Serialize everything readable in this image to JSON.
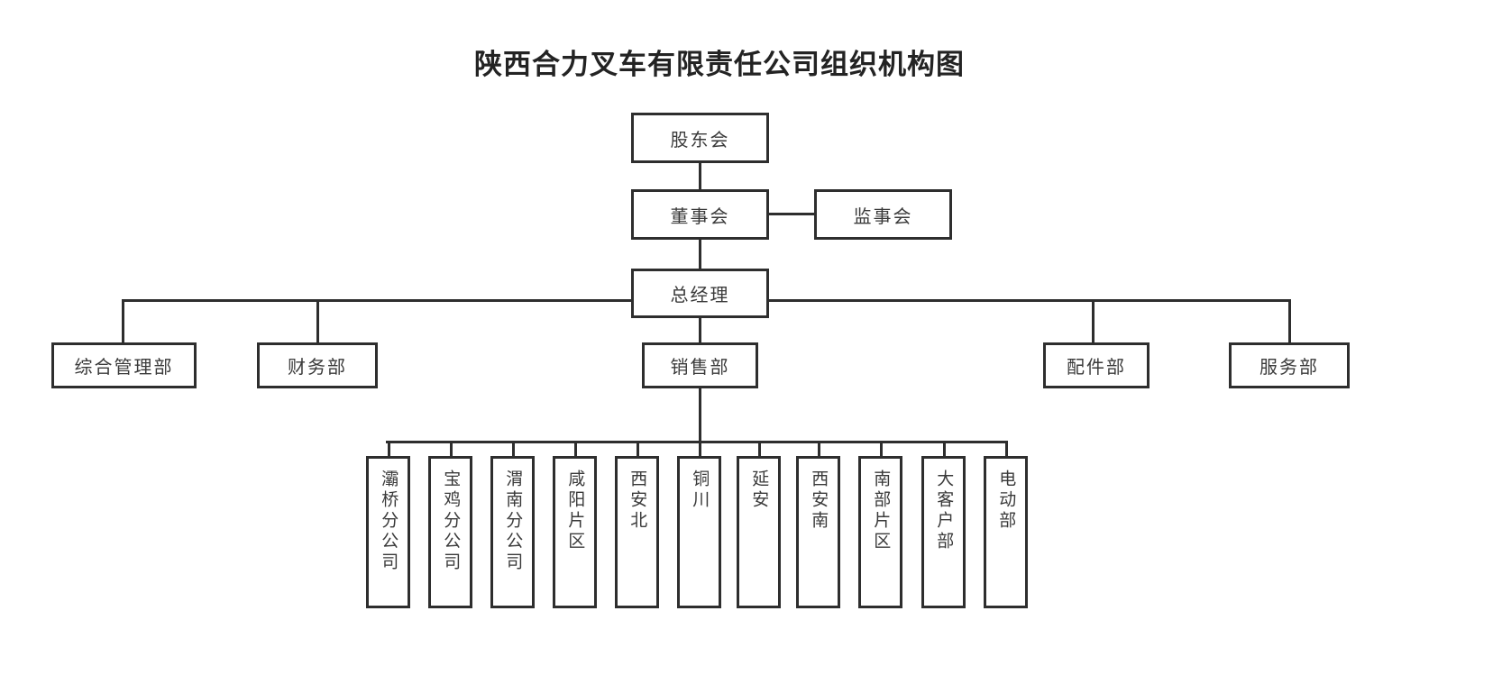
{
  "title": "陕西合力叉车有限责任公司组织机构图",
  "chart_data": {
    "type": "diagram",
    "diagram_kind": "organizational-chart",
    "title": "陕西合力叉车有限责任公司组织机构图",
    "orientation": "top-down",
    "levels": [
      {
        "level": 1,
        "nodes": [
          "股东会"
        ]
      },
      {
        "level": 2,
        "nodes": [
          "董事会",
          "监事会"
        ]
      },
      {
        "level": 3,
        "nodes": [
          "总经理"
        ]
      },
      {
        "level": 4,
        "nodes": [
          "综合管理部",
          "财务部",
          "销售部",
          "配件部",
          "服务部"
        ]
      },
      {
        "level": 5,
        "nodes": [
          "灞桥分公司",
          "宝鸡分公司",
          "渭南分公司",
          "咸阳片区",
          "西安北",
          "铜川",
          "延安",
          "西安南",
          "南部片区",
          "大客户部",
          "电动部"
        ]
      }
    ],
    "edges": [
      {
        "from": "股东会",
        "to": "董事会"
      },
      {
        "from": "董事会",
        "to": "监事会",
        "style": "horizontal-peer"
      },
      {
        "from": "董事会",
        "to": "总经理"
      },
      {
        "from": "总经理",
        "to": "综合管理部"
      },
      {
        "from": "总经理",
        "to": "财务部"
      },
      {
        "from": "总经理",
        "to": "销售部"
      },
      {
        "from": "总经理",
        "to": "配件部"
      },
      {
        "from": "总经理",
        "to": "服务部"
      },
      {
        "from": "销售部",
        "to": "灞桥分公司"
      },
      {
        "from": "销售部",
        "to": "宝鸡分公司"
      },
      {
        "from": "销售部",
        "to": "渭南分公司"
      },
      {
        "from": "销售部",
        "to": "咸阳片区"
      },
      {
        "from": "销售部",
        "to": "西安北"
      },
      {
        "from": "销售部",
        "to": "铜川"
      },
      {
        "from": "销售部",
        "to": "延安"
      },
      {
        "from": "销售部",
        "to": "西安南"
      },
      {
        "from": "销售部",
        "to": "南部片区"
      },
      {
        "from": "销售部",
        "to": "大客户部"
      },
      {
        "from": "销售部",
        "to": "电动部"
      }
    ]
  },
  "nodes": {
    "shareholders": "股东会",
    "board": "董事会",
    "supervisors": "监事会",
    "general_manager": "总经理",
    "dept_admin": "综合管理部",
    "dept_finance": "财务部",
    "dept_sales": "销售部",
    "dept_parts": "配件部",
    "dept_service": "服务部"
  },
  "sales_units": [
    {
      "label": "灞桥分公司"
    },
    {
      "label": "宝鸡分公司"
    },
    {
      "label": "渭南分公司"
    },
    {
      "label": "咸阳片区"
    },
    {
      "label": "西安北"
    },
    {
      "label": "铜川"
    },
    {
      "label": "延安"
    },
    {
      "label": "西安南"
    },
    {
      "label": "南部片区"
    },
    {
      "label": "大客户部"
    },
    {
      "label": "电动部"
    }
  ],
  "colors": {
    "border": "#2e2e2e",
    "text": "#3a3a3a",
    "title": "#232323",
    "background": "#ffffff"
  }
}
